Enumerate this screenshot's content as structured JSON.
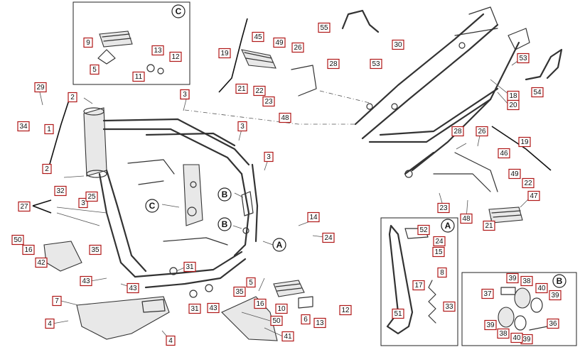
{
  "markers": [
    "A",
    "B",
    "C"
  ],
  "callouts": [
    "1",
    "2",
    "2",
    "3",
    "3",
    "3",
    "3",
    "3",
    "4",
    "4",
    "5",
    "5",
    "6",
    "7",
    "8",
    "9",
    "10",
    "11",
    "12",
    "12",
    "13",
    "13",
    "14",
    "15",
    "16",
    "16",
    "17",
    "18",
    "19",
    "19",
    "20",
    "21",
    "21",
    "22",
    "22",
    "23",
    "23",
    "24",
    "24",
    "25",
    "26",
    "26",
    "27",
    "28",
    "28",
    "29",
    "30",
    "31",
    "31",
    "32",
    "33",
    "34",
    "35",
    "35",
    "36",
    "37",
    "38",
    "38",
    "39",
    "39",
    "39",
    "39",
    "40",
    "40",
    "41",
    "42",
    "43",
    "43",
    "43",
    "45",
    "46",
    "47",
    "48",
    "48",
    "49",
    "49",
    "50",
    "50",
    "51",
    "52",
    "53",
    "53",
    "54",
    "55"
  ],
  "colors": {
    "callout_border": "#b01818",
    "line": "#333333"
  }
}
